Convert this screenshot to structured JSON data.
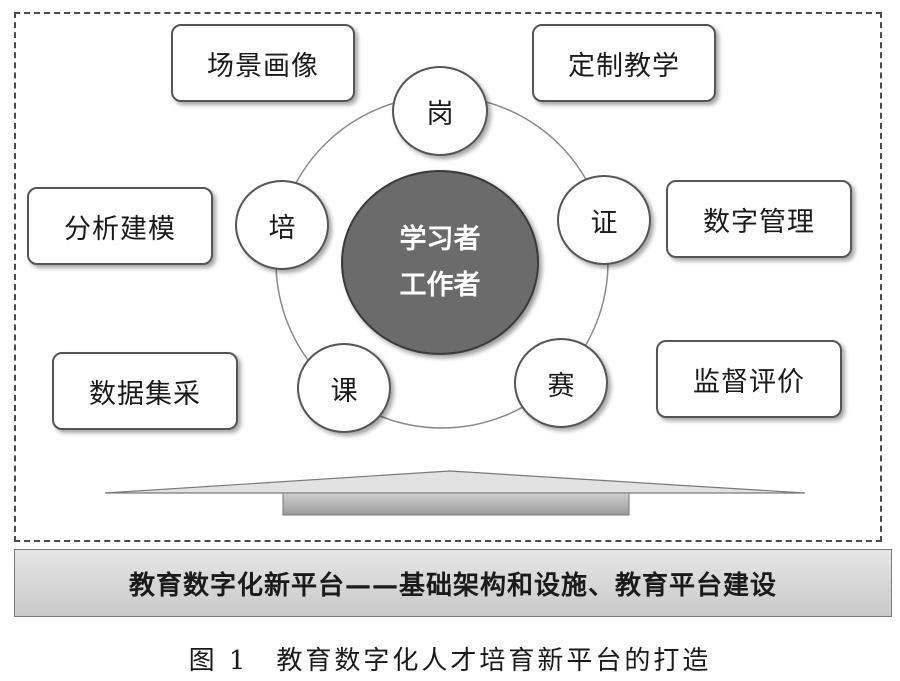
{
  "diagram": {
    "center": {
      "line1": "学习者",
      "line2": "工作者"
    },
    "ring_nodes": {
      "gang": "岗",
      "zheng": "证",
      "sai": "赛",
      "ke": "课",
      "pei": "培"
    },
    "tags": {
      "scene_portrait": "场景画像",
      "custom_teaching": "定制教学",
      "analysis_modeling": "分析建模",
      "digital_management": "数字管理",
      "data_collection": "数据集采",
      "supervision_evaluation": "监督评价"
    },
    "platform": "教育数字化新平台——基础架构和设施、教育平台建设"
  },
  "caption": {
    "number": "图 1",
    "text": "教育数字化人才培育新平台的打造"
  }
}
